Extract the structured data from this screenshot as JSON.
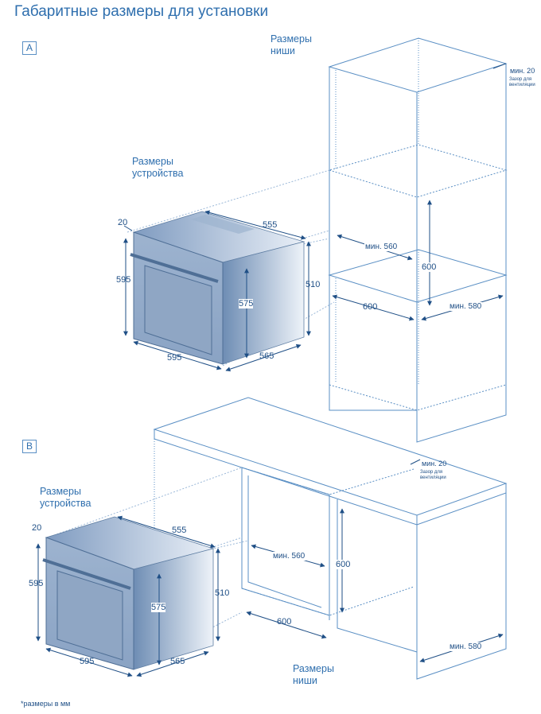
{
  "title": "Габаритные размеры для установки",
  "footnote": "*размеры в мм",
  "colors": {
    "line": "#5a8fc4",
    "dark": "#1f4f86",
    "oven": "#8fa9c9",
    "ovenDark": "#5f7ea3",
    "text": "#2f6fae"
  },
  "section_a": {
    "badge": "A",
    "niche_label_1": "Размеры",
    "niche_label_2": "ниши",
    "device_label_1": "Размеры",
    "device_label_2": "устройства",
    "vent_min": "мин. 20",
    "vent_note_1": "Зазор для",
    "vent_note_2": "вентиляции",
    "dims": {
      "top_depth": "20",
      "width_top": "555",
      "height_front": "595",
      "height_side": "510",
      "inner_height": "575",
      "width_bottom": "595",
      "depth_bottom": "565",
      "niche_depth": "мин. 560",
      "niche_height": "600",
      "niche_width": "600",
      "niche_depth2": "мин. 580"
    }
  },
  "section_b": {
    "badge": "B",
    "device_label_1": "Размеры",
    "device_label_2": "устройства",
    "niche_label_1": "Размеры",
    "niche_label_2": "ниши",
    "vent_min": "мин. 20",
    "vent_note_1": "Зазор для",
    "vent_note_2": "вентиляции",
    "dims": {
      "top_depth": "20",
      "width_top": "555",
      "height_front": "595",
      "height_side": "510",
      "inner_height": "575",
      "width_bottom": "595",
      "depth_bottom": "565",
      "niche_depth": "мин. 560",
      "niche_height": "600",
      "niche_width": "600",
      "niche_depth2": "мин. 580"
    }
  }
}
